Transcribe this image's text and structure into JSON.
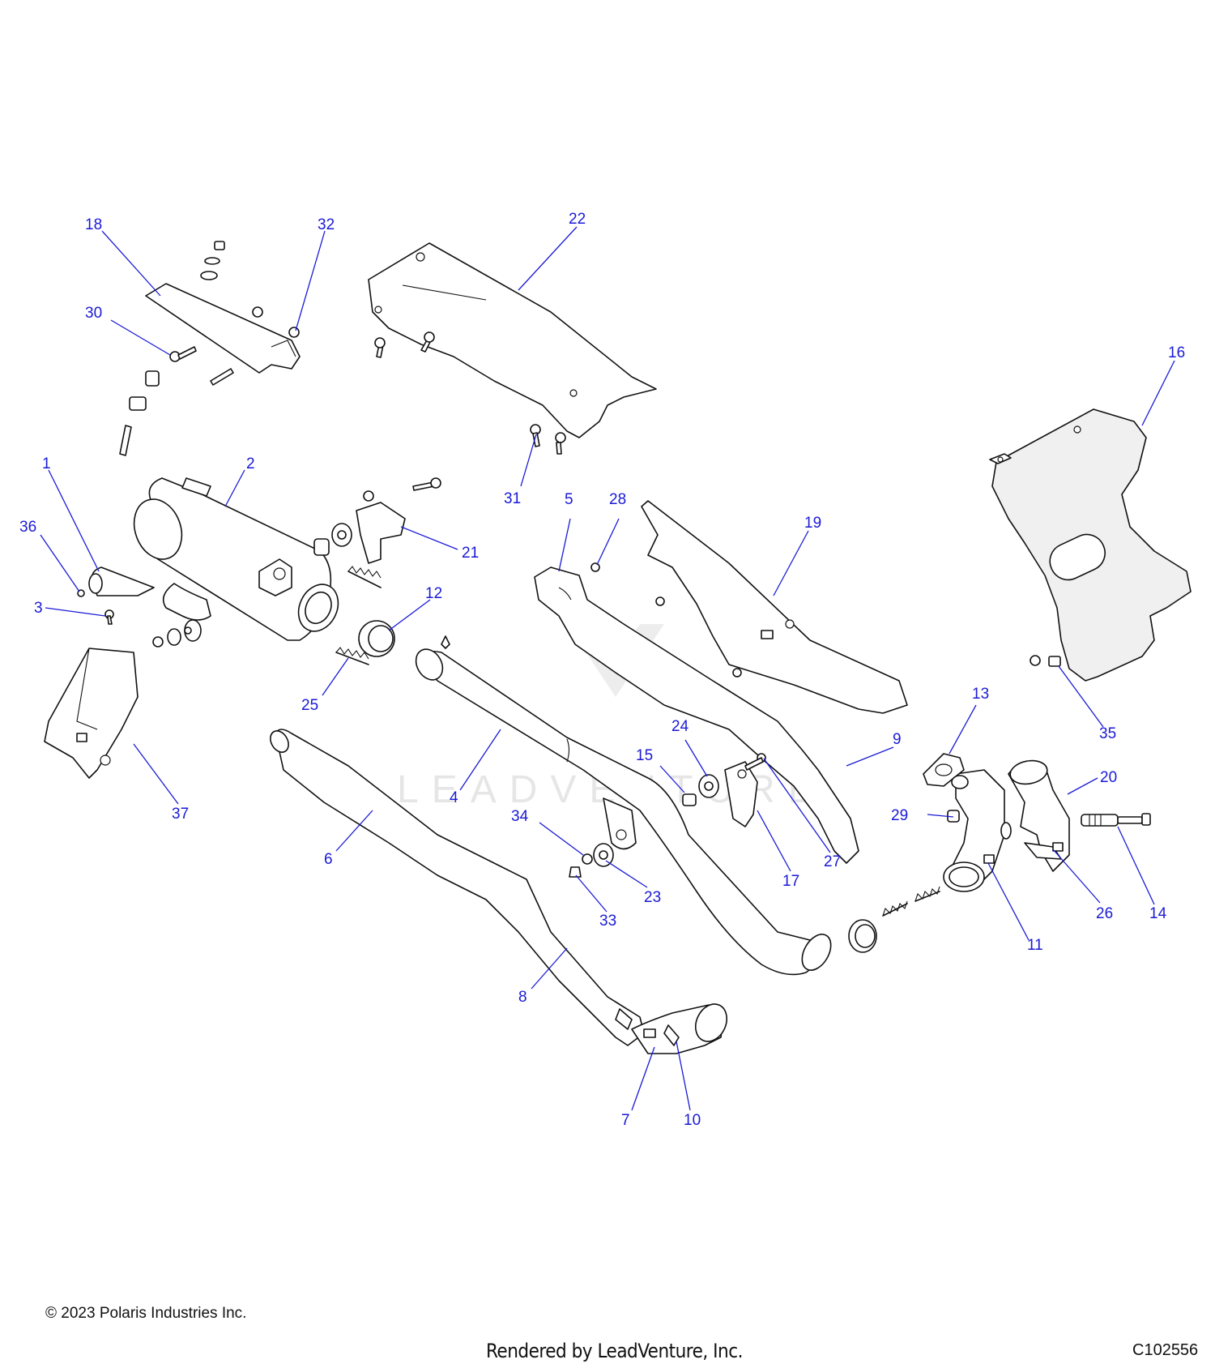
{
  "diagram": {
    "copyright": "© 2023 Polaris Industries Inc.",
    "rendered_by": "Rendered by LeadVenture, Inc.",
    "figure_code": "C102556",
    "watermark": "LEADVENTURE",
    "callouts": [
      {
        "id": "1",
        "label": "1"
      },
      {
        "id": "2",
        "label": "2"
      },
      {
        "id": "3",
        "label": "3"
      },
      {
        "id": "4",
        "label": "4"
      },
      {
        "id": "5",
        "label": "5"
      },
      {
        "id": "6",
        "label": "6"
      },
      {
        "id": "7",
        "label": "7"
      },
      {
        "id": "8",
        "label": "8"
      },
      {
        "id": "9",
        "label": "9"
      },
      {
        "id": "10",
        "label": "10"
      },
      {
        "id": "11",
        "label": "11"
      },
      {
        "id": "12",
        "label": "12"
      },
      {
        "id": "13",
        "label": "13"
      },
      {
        "id": "14",
        "label": "14"
      },
      {
        "id": "15",
        "label": "15"
      },
      {
        "id": "16",
        "label": "16"
      },
      {
        "id": "17",
        "label": "17"
      },
      {
        "id": "18",
        "label": "18"
      },
      {
        "id": "19",
        "label": "19"
      },
      {
        "id": "20",
        "label": "20"
      },
      {
        "id": "21",
        "label": "21"
      },
      {
        "id": "22",
        "label": "22"
      },
      {
        "id": "23",
        "label": "23"
      },
      {
        "id": "24",
        "label": "24"
      },
      {
        "id": "25",
        "label": "25"
      },
      {
        "id": "26",
        "label": "26"
      },
      {
        "id": "27",
        "label": "27"
      },
      {
        "id": "28",
        "label": "28"
      },
      {
        "id": "29",
        "label": "29"
      },
      {
        "id": "30",
        "label": "30"
      },
      {
        "id": "31",
        "label": "31"
      },
      {
        "id": "32",
        "label": "32"
      },
      {
        "id": "33",
        "label": "33"
      },
      {
        "id": "34",
        "label": "34"
      },
      {
        "id": "35",
        "label": "35"
      },
      {
        "id": "36",
        "label": "36"
      },
      {
        "id": "37",
        "label": "37"
      }
    ]
  }
}
